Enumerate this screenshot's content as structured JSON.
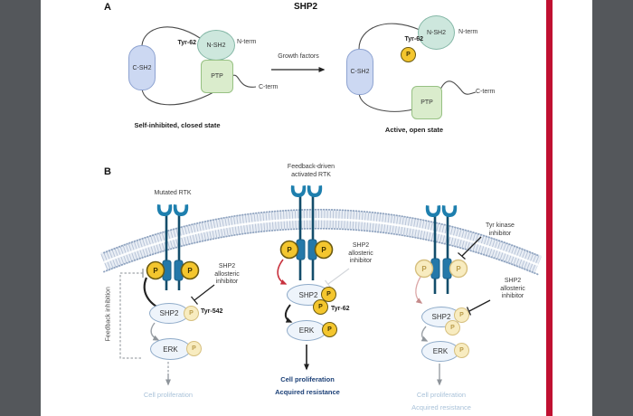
{
  "glyphs": {
    "p": "P"
  },
  "colors": {
    "accent_rule": "#c01031",
    "side_frame": "#54575b",
    "phosphate_active": "#f4c62e",
    "phosphate_inactive": "#f8ecc0",
    "receptor_teal": "#1e7fae",
    "red_arrow": "#c8323e",
    "navy_outcome": "#1c4077",
    "muted_outcome": "#a9c2d9"
  },
  "panel_a": {
    "label": "A",
    "title": "SHP2",
    "closed": {
      "c_sh2": "C-SH2",
      "n_sh2": "N-SH2",
      "ptp": "PTP",
      "tyr_site": "Tyr-62",
      "n_term": "N-term",
      "c_term": "C-term",
      "caption": "Self-inhibited, closed state"
    },
    "transition_label": "Growth factors",
    "open": {
      "c_sh2": "C-SH2",
      "n_sh2": "N-SH2",
      "ptp": "PTP",
      "tyr_site": "Tyr-62",
      "n_term": "N-term",
      "c_term": "C-term",
      "caption": "Active, open state"
    }
  },
  "panel_b": {
    "label": "B",
    "mutated_rtk": {
      "rtk_label": "Mutated RTK",
      "feedback_label": "Feedback inhibition",
      "inhibitor_label": "SHP2\nallosteric\ninhibitor",
      "shp2": "SHP2",
      "shp2_site": "Tyr-542",
      "erk": "ERK",
      "outcome": "Cell proliferation"
    },
    "feedback_rtk": {
      "rtk_label": "Feedback-driven\nactivated RTK",
      "inhibitor_label": "SHP2\nallosteric\ninhibitor",
      "shp2": "SHP2",
      "shp2_site": "Tyr-62",
      "erk": "ERK",
      "outcome": "Cell proliferation\nAcquired resistance"
    },
    "tki_rtk": {
      "tki_label": "Tyr kinase\ninhibitor",
      "inhibitor_label": "SHP2\nallosteric\ninhibitor",
      "shp2": "SHP2",
      "erk": "ERK",
      "outcome": "Cell proliferation\nAcquired resistance"
    }
  }
}
